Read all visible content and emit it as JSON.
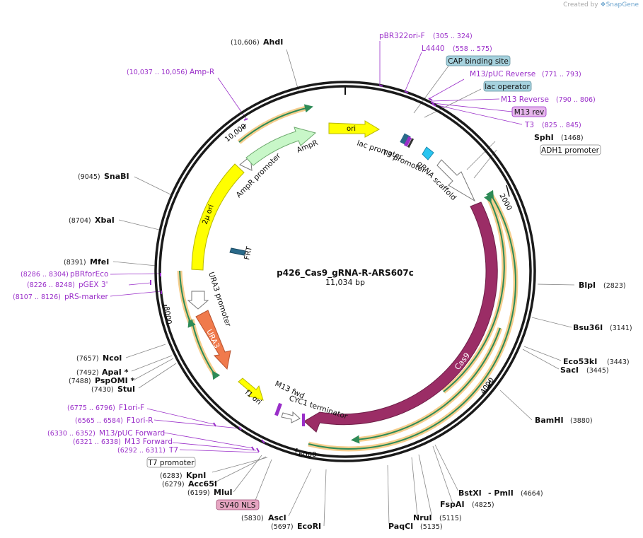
{
  "credit": {
    "prefix": "Created by",
    "brand": "SnapGene"
  },
  "plasmid": {
    "name": "p426_Cas9_gRNA-R-ARS607c",
    "length": "11,034 bp",
    "length_bp": 11034
  },
  "ticks": [
    "2000",
    "4000",
    "6000",
    "8000",
    "10,000"
  ],
  "colors": {
    "backbone": "#1a1a1a",
    "primer": "#9a2fc9",
    "cas9": "#9b2d66",
    "ura3": "#f07a4c",
    "ori": "#ffff00",
    "ampr": "#c8f7c8",
    "orf": "#2e8b57",
    "orf_glow": "#f5c67a",
    "frt": "#2a6a8a",
    "cap": "#a6d2de",
    "m13rev": "#e6b6ec",
    "sv40": "#e6a6c2"
  },
  "features": [
    {
      "key": "cas9",
      "label": "Cas9"
    },
    {
      "key": "ura3",
      "label": "URA3"
    },
    {
      "key": "ura3_promoter",
      "label": "URA3 promoter"
    },
    {
      "key": "two_micron_ori",
      "label": "2μ ori"
    },
    {
      "key": "ampr",
      "label": "AmpR"
    },
    {
      "key": "ampr_promoter",
      "label": "AmpR promoter"
    },
    {
      "key": "ori",
      "label": "ori"
    },
    {
      "key": "lac_promoter",
      "label": "lac promoter"
    },
    {
      "key": "t3_promoter",
      "label": "T3 promoter"
    },
    {
      "key": "grna_scaffold",
      "label": "gRNA scaffold"
    },
    {
      "key": "f1_ori",
      "label": "f1 ori"
    },
    {
      "key": "m13_fwd",
      "label": "M13 fwd"
    },
    {
      "key": "cyc1_terminator",
      "label": "CYC1 terminator"
    },
    {
      "key": "frt",
      "label": "FRT"
    }
  ],
  "sites": [
    {
      "name": "AhdI",
      "pos": "(10,606)"
    },
    {
      "name": "SphI",
      "pos": "(1468)"
    },
    {
      "name": "SnaBI",
      "pos": "(9045)"
    },
    {
      "name": "XbaI",
      "pos": "(8704)"
    },
    {
      "name": "MfeI",
      "pos": "(8391)"
    },
    {
      "name": "BlpI",
      "pos": "(2823)"
    },
    {
      "name": "Bsu36I",
      "pos": "(3141)"
    },
    {
      "name": "Eco53kI",
      "pos": "(3443)"
    },
    {
      "name": "SacI",
      "pos": "(3445)"
    },
    {
      "name": "BamHI",
      "pos": "(3880)"
    },
    {
      "name": "NcoI",
      "pos": "(7657)"
    },
    {
      "name": "ApaI *",
      "pos": "(7492)"
    },
    {
      "name": "PspOMI *",
      "pos": "(7488)"
    },
    {
      "name": "StuI",
      "pos": "(7430)"
    },
    {
      "name": "BstXI",
      "pos": ""
    },
    {
      "name": "- PmlI",
      "pos": "(4664)"
    },
    {
      "name": "FspAI",
      "pos": "(4825)"
    },
    {
      "name": "NruI",
      "pos": "(5115)"
    },
    {
      "name": "PaqCI",
      "pos": "(5135)"
    },
    {
      "name": "AscI",
      "pos": "(5830)"
    },
    {
      "name": "EcoRI",
      "pos": "(5697)"
    },
    {
      "name": "KpnI",
      "pos": "(6283)"
    },
    {
      "name": "Acc65I",
      "pos": "(6279)"
    },
    {
      "name": "MluI",
      "pos": "(6199)"
    }
  ],
  "primers": [
    {
      "name": "pBR322ori-F",
      "range": "(305 .. 324)"
    },
    {
      "name": "L4440",
      "range": "(558 .. 575)"
    },
    {
      "name": "M13/pUC Reverse",
      "range": "(771 .. 793)"
    },
    {
      "name": "M13 Reverse",
      "range": "(790 .. 806)"
    },
    {
      "name": "T3",
      "range": "(825 .. 845)"
    },
    {
      "name": "Amp-R",
      "range": "(10,037 .. 10,056)"
    },
    {
      "name": "pBRforEco",
      "range": "(8286 .. 8304)"
    },
    {
      "name": "pGEX 3'",
      "range": "(8226 .. 8248)"
    },
    {
      "name": "pRS-marker",
      "range": "(8107 .. 8126)"
    },
    {
      "name": "F1ori-F",
      "range": "(6775 .. 6796)"
    },
    {
      "name": "F1ori-R",
      "range": "(6565 .. 6584)"
    },
    {
      "name": "M13/pUC Forward",
      "range": "(6330 .. 6352)"
    },
    {
      "name": "M13 Forward",
      "range": "(6321 .. 6338)"
    },
    {
      "name": "T7",
      "range": "(6292 .. 6311)"
    }
  ],
  "tags": [
    {
      "name": "CAP binding site"
    },
    {
      "name": "lac operator"
    },
    {
      "name": "M13 rev"
    },
    {
      "name": "ADH1 promoter"
    },
    {
      "name": "T7 promoter"
    },
    {
      "name": "SV40 NLS"
    }
  ]
}
